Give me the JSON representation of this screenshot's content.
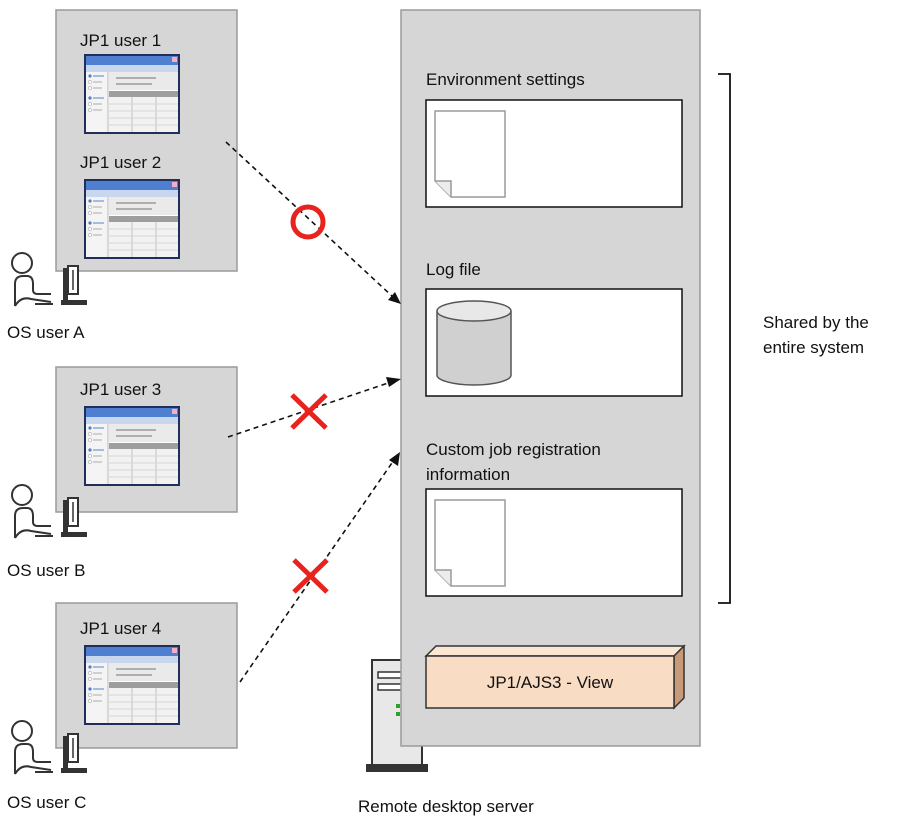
{
  "users": {
    "jp1_user_1": "JP1 user 1",
    "jp1_user_2": "JP1 user 2",
    "jp1_user_3": "JP1 user 3",
    "jp1_user_4": "JP1 user 4",
    "os_user_a": "OS user A",
    "os_user_b": "OS user B",
    "os_user_c": "OS user C"
  },
  "server": {
    "section_env": "Environment settings",
    "section_log": "Log file",
    "section_custom_line1": "Custom job registration",
    "section_custom_line2": "information",
    "product_label": "JP1/AJS3 - View",
    "server_label": "Remote desktop server"
  },
  "shared_note": {
    "line1": "Shared by the",
    "line2": "entire system"
  },
  "access": {
    "allowed_mark": "circle",
    "denied_mark": "cross"
  },
  "colors": {
    "panel_fill": "#d6d6d6",
    "panel_stroke": "#9a9a9a",
    "product_fill": "#f9dcc4",
    "product_side": "#c99a78",
    "mark_red": "#e8221c",
    "window_title": "#4f7fd0"
  }
}
